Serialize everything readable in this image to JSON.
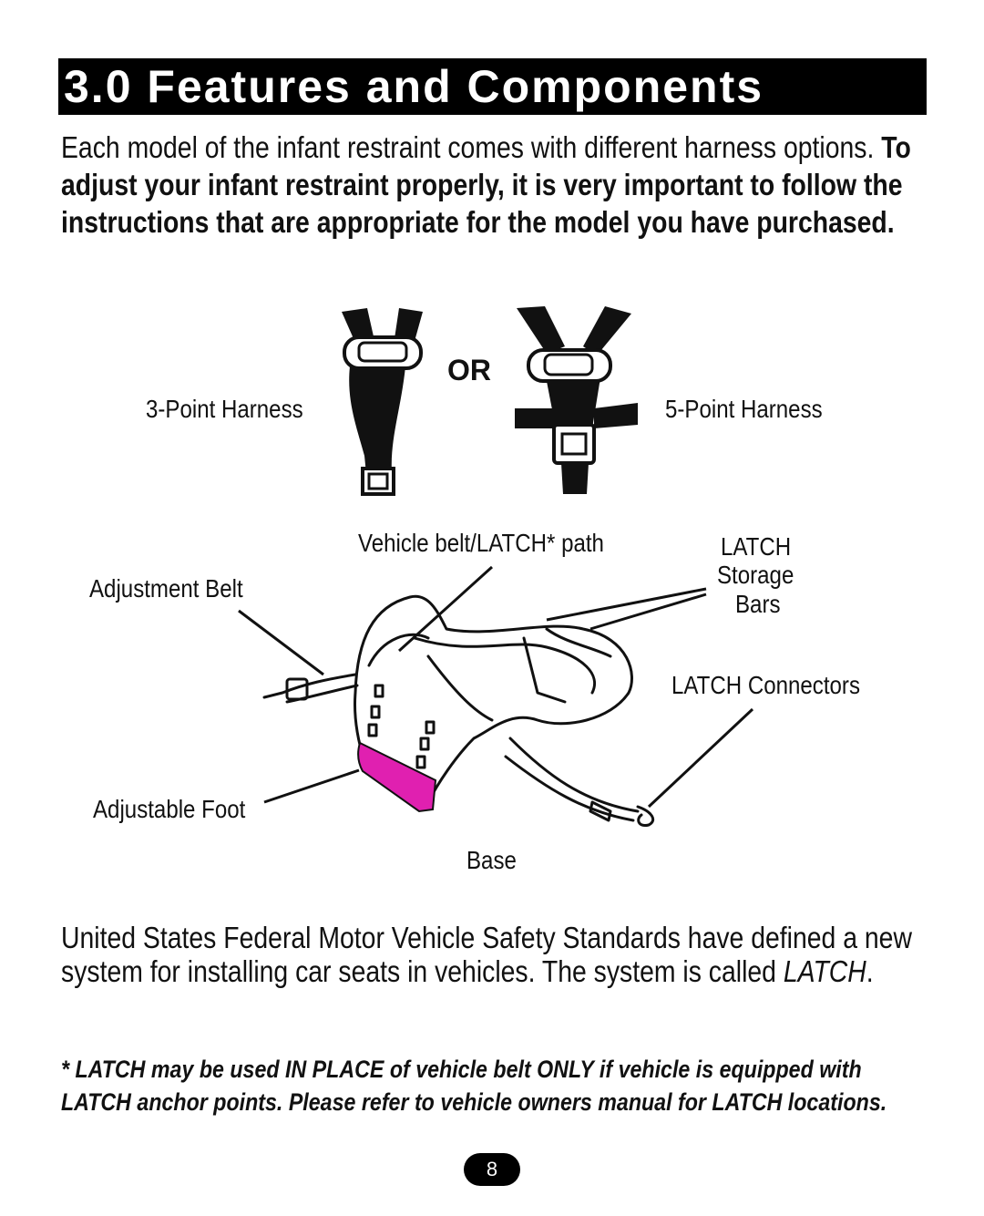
{
  "section": {
    "title": "3.0 Features and Components"
  },
  "intro": {
    "normal": "Each model of the infant restraint comes with different harness options. ",
    "bold": "To adjust your infant restraint properly, it is very important to follow the instructions that are appropriate for the model you have purchased."
  },
  "harness_figure": {
    "left_label": "3-Point Harness",
    "or_label": "OR",
    "right_label": "5-Point Harness"
  },
  "base_figure": {
    "vehicle_path": "Vehicle belt/LATCH* path",
    "latch_storage_line1": "LATCH",
    "latch_storage_line2": "Storage",
    "latch_storage_line3": "Bars",
    "adjustment_belt": "Adjustment Belt",
    "latch_connectors": "LATCH Connectors",
    "adjustable_foot": "Adjustable Foot",
    "base": "Base",
    "foot_color": "#e020b0"
  },
  "latch_paragraph": {
    "text": "United States Federal Motor Vehicle Safety Standards have defined a new system for installing car seats in vehicles. The system is called ",
    "term": "LATCH",
    "end": "."
  },
  "footnote": {
    "text": "* LATCH may be used IN PLACE of vehicle belt ONLY if vehicle is equipped with LATCH anchor points. Please refer to vehicle owners manual for LATCH locations."
  },
  "page": {
    "number": "8"
  }
}
